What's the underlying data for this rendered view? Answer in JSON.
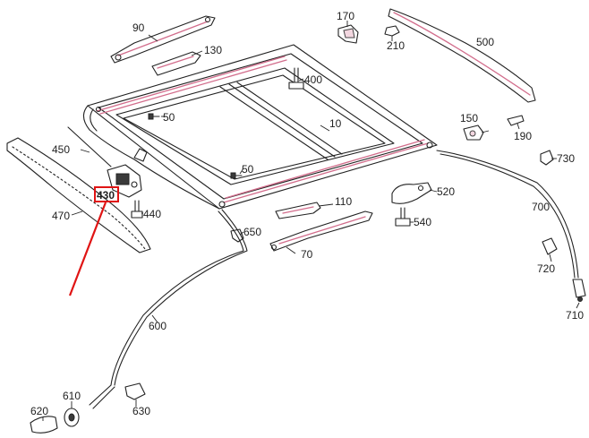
{
  "colors": {
    "highlight": "#e01414",
    "line": "#222222",
    "accent_trim": "#d26d8c",
    "background": "#ffffff"
  },
  "highlighted_part": "430",
  "labels": {
    "p10": "10",
    "p50a": "50",
    "p50b": "50",
    "p70": "70",
    "p90": "90",
    "p110": "110",
    "p130": "130",
    "p150": "150",
    "p170": "170",
    "p190": "190",
    "p210": "210",
    "p400": "400",
    "p430": "430",
    "p440": "440",
    "p450": "450",
    "p470": "470",
    "p500": "500",
    "p520": "520",
    "p540": "540",
    "p600": "600",
    "p610": "610",
    "p620": "620",
    "p630": "630",
    "p650": "650",
    "p700": "700",
    "p710": "710",
    "p720": "720",
    "p730": "730"
  }
}
